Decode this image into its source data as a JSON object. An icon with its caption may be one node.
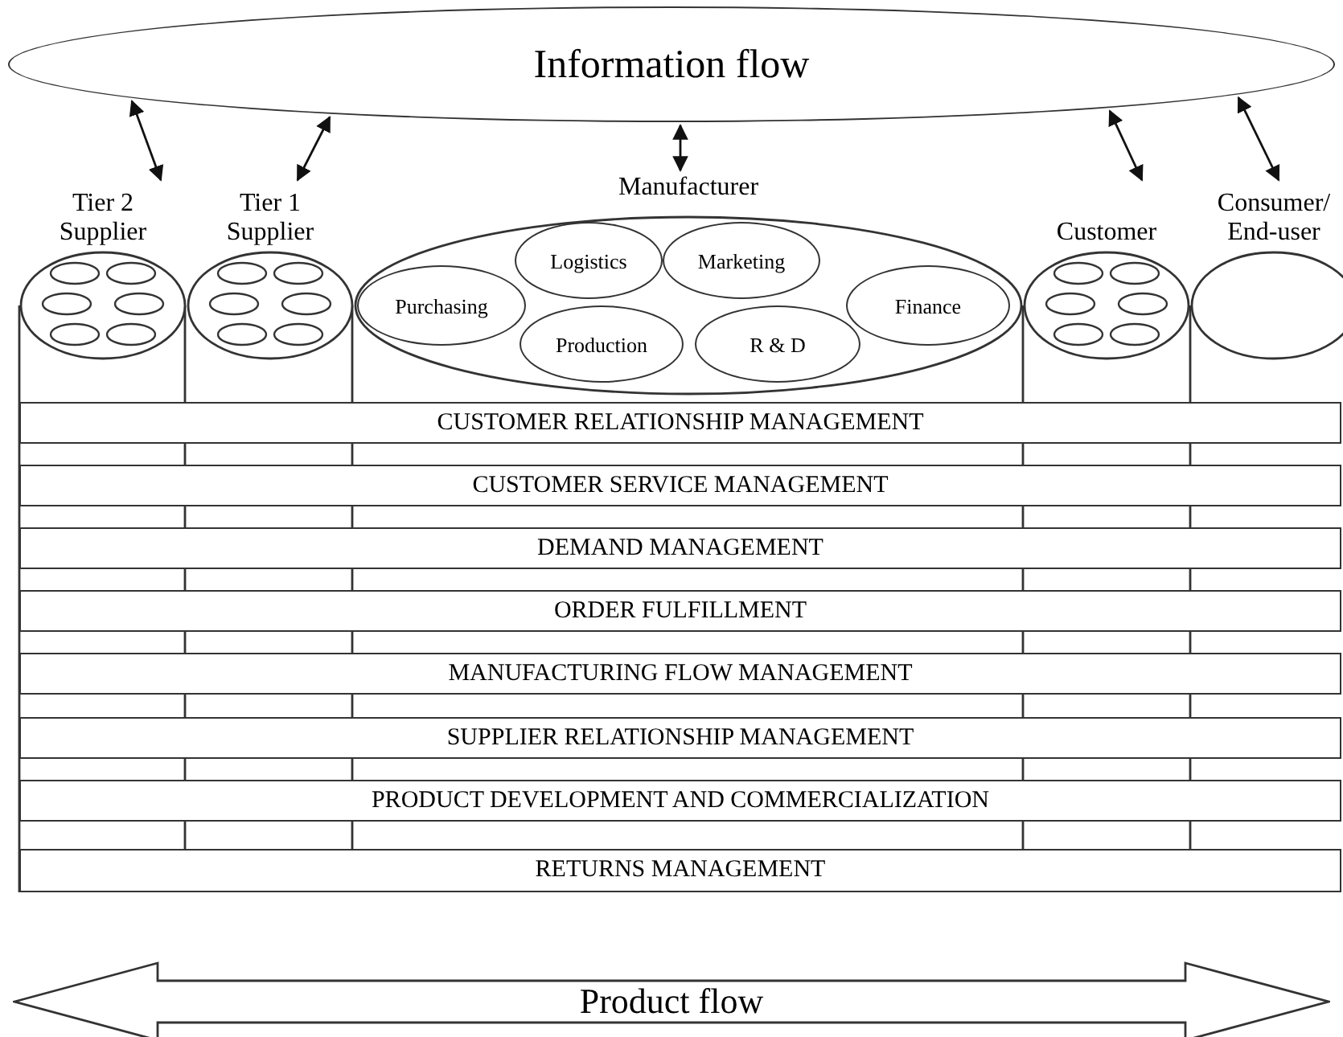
{
  "diagram": {
    "nodes": [
      {
        "text": [
          "Information flow"
        ]
      },
      {
        "text": [
          "Tier 2 Supplier"
        ]
      },
      {
        "text": [
          "Tier 1 Supplier"
        ]
      },
      {
        "text": [
          "Manufacturer"
        ]
      },
      {
        "text": [
          "Purchasing"
        ],
        "in": 3
      },
      {
        "text": [
          "Logistics"
        ],
        "in": 3
      },
      {
        "text": [
          "Marketing"
        ],
        "in": 3
      },
      {
        "text": [
          "Production"
        ],
        "in": 3
      },
      {
        "text": [
          "R & D"
        ],
        "in": 3
      },
      {
        "text": [
          "Finance"
        ],
        "in": 3
      },
      {
        "text": [
          "Customer"
        ]
      },
      {
        "text": [
          "Consumer/ End-user"
        ]
      },
      {
        "text": [
          "CUSTOMER RELATIONSHIP MANAGEMENT"
        ]
      },
      {
        "text": [
          "CUSTOMER SERVICE MANAGEMENT"
        ]
      },
      {
        "text": [
          "DEMAND MANAGEMENT"
        ]
      },
      {
        "text": [
          "ORDER FULFILLMENT"
        ]
      },
      {
        "text": [
          "MANUFACTURING FLOW MANAGEMENT"
        ]
      },
      {
        "text": [
          "SUPPLIER RELATIONSHIP MANAGEMENT"
        ]
      },
      {
        "text": [
          "PRODUCT DEVELOPMENT AND COMMERCIALIZATION"
        ]
      },
      {
        "text": [
          "RETURNS MANAGEMENT"
        ]
      },
      {
        "text": [
          "Product flow"
        ]
      }
    ],
    "edges": [
      {
        "from": 0,
        "to": 1,
        "arrow": "both"
      },
      {
        "from": 0,
        "to": 2,
        "arrow": "both"
      },
      {
        "from": 0,
        "to": 3,
        "arrow": "both"
      },
      {
        "from": 0,
        "to": 10,
        "arrow": "both"
      },
      {
        "from": 0,
        "to": 11,
        "arrow": "both"
      }
    ]
  }
}
